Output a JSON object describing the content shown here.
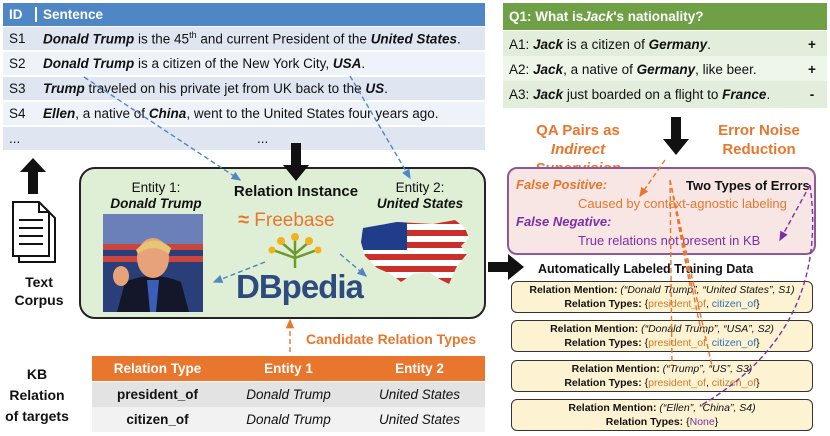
{
  "sentences": {
    "header": {
      "id": "ID",
      "sentence": "Sentence"
    },
    "rows": [
      {
        "id": "S1",
        "parts": [
          "Donald Trump",
          " is the 45",
          "th",
          " and current President of the ",
          "United States",
          "."
        ]
      },
      {
        "id": "S2",
        "parts": [
          "Donald Trump",
          " is a citizen of the New York City, ",
          "USA",
          "."
        ]
      },
      {
        "id": "S3",
        "parts": [
          "Trump",
          " traveled on his private jet from UK back to the ",
          "US",
          "."
        ]
      },
      {
        "id": "S4",
        "parts": [
          "Ellen",
          ", a native of ",
          "China",
          ", went to the United States four years ago."
        ]
      },
      {
        "id": "...",
        "parts": [
          "...",
          "",
          "",
          ""
        ]
      }
    ]
  },
  "qa": {
    "question_prefix": "Q1: What is ",
    "question_entity": "Jack",
    "question_suffix": "'s nationality?",
    "answers": [
      {
        "prefix": "A1: ",
        "entity": "Jack",
        "mid": " is a citizen of ",
        "obj": "Germany",
        "end": ".",
        "sign": "+"
      },
      {
        "prefix": "A2: ",
        "entity": "Jack",
        "mid": ", a native of ",
        "obj": "Germany",
        "end": ", like beer.",
        "sign": "+"
      },
      {
        "prefix": "A3: ",
        "entity": "Jack",
        "mid": " just boarded on a flight to ",
        "obj": "France",
        "end": ".",
        "sign": "-"
      }
    ]
  },
  "center": {
    "entity1_label": "Entity 1:",
    "entity1_name": "Donald Trump",
    "relation_instance": "Relation Instance",
    "entity2_label": "Entity 2:",
    "entity2_name": "United States",
    "freebase": "Freebase",
    "dbpedia": "DBpedia"
  },
  "text_corpus": [
    "Text",
    "Corpus"
  ],
  "kb_label": [
    "KB",
    "Relation",
    "of targets"
  ],
  "candidate_label": "Candidate Relation Types",
  "kb_table": {
    "header": [
      "Relation Type",
      "Entity 1",
      "Entity 2"
    ],
    "rows": [
      [
        "president_of",
        "Donald Trump",
        "United States"
      ],
      [
        "citizen_of",
        "Donald Trump",
        "United States"
      ]
    ]
  },
  "qa_pairs_label": [
    "QA Pairs as",
    "Indirect Supervision"
  ],
  "error_noise_label": [
    "Error Noise",
    "Reduction"
  ],
  "errors": {
    "title": "Two Types of Errors",
    "false_positive": "False Positive:",
    "fp_desc": "Caused by context-agnostic labeling",
    "false_negative": "False Negative:",
    "fn_desc": "True relations not present in KB"
  },
  "auto_label_title": "Automatically Labeled Training Data",
  "labeled": [
    {
      "mention": "(“Donald Trump”, “United States”, S1)",
      "types": [
        "president_of",
        "citizen_of"
      ]
    },
    {
      "mention": "(“Donald Trump”, “USA”, S2)",
      "types": [
        "president_of",
        "citizen_of"
      ]
    },
    {
      "mention": "(“Trump”, “US”, S3)",
      "types": [
        "president_of",
        "citizen_of"
      ]
    },
    {
      "mention": "(“Ellen”, “China”, S4)",
      "types": [
        "None"
      ]
    }
  ],
  "labeled_prefix": "Relation Mention: ",
  "types_prefix": "Relation Types: ",
  "colors": {
    "blue": "#4f86c6",
    "green": "#6fa046",
    "orange": "#e8762d",
    "purple": "#7b2fa6"
  }
}
